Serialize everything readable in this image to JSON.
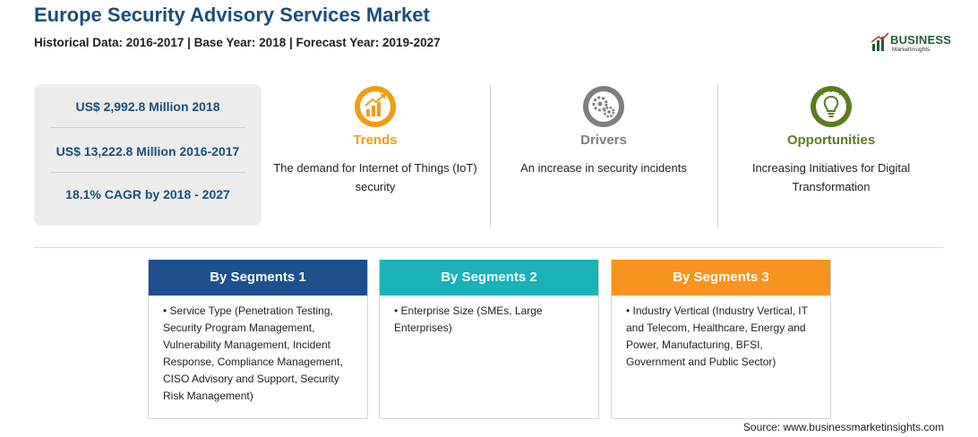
{
  "header": {
    "title": "Europe Security Advisory Services Market",
    "subtitle": "Historical Data: 2016-2017 | Base Year: 2018 | Forecast Year: 2019-2027"
  },
  "logo": {
    "word": "BUSINESS",
    "sub": "MarketInsights"
  },
  "stats": [
    "US$ 2,992.8 Million 2018",
    "US$ 13,222.8 Million 2016-2017",
    "18.1% CAGR by 2018 - 2027"
  ],
  "features": [
    {
      "label": "Trends",
      "desc": "The demand for Internet of Things (IoT) security",
      "color": "#f39c12",
      "icon": "growth-chart-icon"
    },
    {
      "label": "Drivers",
      "desc": "An increase in security incidents",
      "color": "#7f7f7f",
      "icon": "gears-icon"
    },
    {
      "label": "Opportunities",
      "desc": "Increasing Initiatives for Digital Transformation",
      "color": "#5a7d1f",
      "icon": "lightbulb-icon"
    }
  ],
  "segments": [
    {
      "title": "By Segments 1",
      "color": "#1d4f8c",
      "body": "• Service Type (Penetration Testing, Security Program Management, Vulnerability Management, Incident Response, Compliance Management, CISO Advisory and Support, Security Risk Management)"
    },
    {
      "title": "By Segments 2",
      "color": "#17b3b8",
      "body": "• Enterprise Size (SMEs, Large Enterprises)"
    },
    {
      "title": "By Segments 3",
      "color": "#f7941d",
      "body": "• Industry Vertical (Industry Vertical, IT and Telecom, Healthcare, Energy and Power, Manufacturing, BFSI, Government and Public Sector)"
    }
  ],
  "source": "Source: www.businessmarketinsights.com"
}
